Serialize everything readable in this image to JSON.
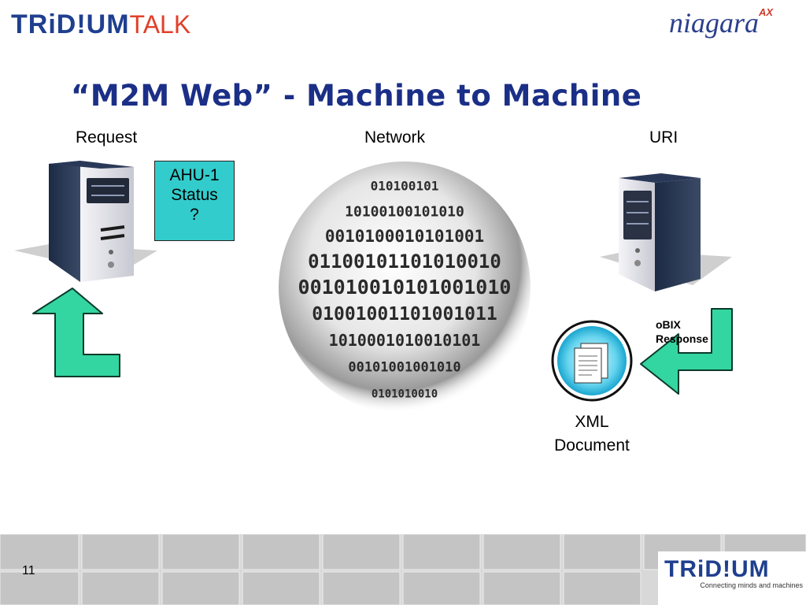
{
  "header": {
    "tridium_brand": "TRiD!UM",
    "talk_brand": "TALK",
    "niagara_brand": "niagara",
    "niagara_superscript": "AX"
  },
  "slide": {
    "title": "“M2M Web” - Machine to Machine"
  },
  "diagram": {
    "request_label": "Request",
    "network_label": "Network",
    "uri_label": "URI",
    "ahu_box": {
      "line1": "AHU-1",
      "line2": "Status",
      "line3": "?"
    },
    "obix_label": {
      "line1": "oBIX",
      "line2": "Response"
    },
    "xml_label": {
      "line1": "XML",
      "line2": "Document"
    },
    "globe_binary_rows": [
      "010100101",
      "10100100101010",
      "0010100010101001",
      "01100101101010010",
      "001010010101001010",
      "01001001101001011",
      "1010001010010101",
      "00101001001010",
      "0101010010"
    ]
  },
  "colors": {
    "title": "#1b2f87",
    "ahu_box_fill": "#33cccc",
    "arrow_fill": "#33d6a0",
    "arrow_stroke": "#0a3a2a",
    "xml_circle": "#33c0e0"
  },
  "footer": {
    "page_number": "11",
    "brand": "TRiD!UM",
    "tagline": "Connecting minds and machines"
  }
}
